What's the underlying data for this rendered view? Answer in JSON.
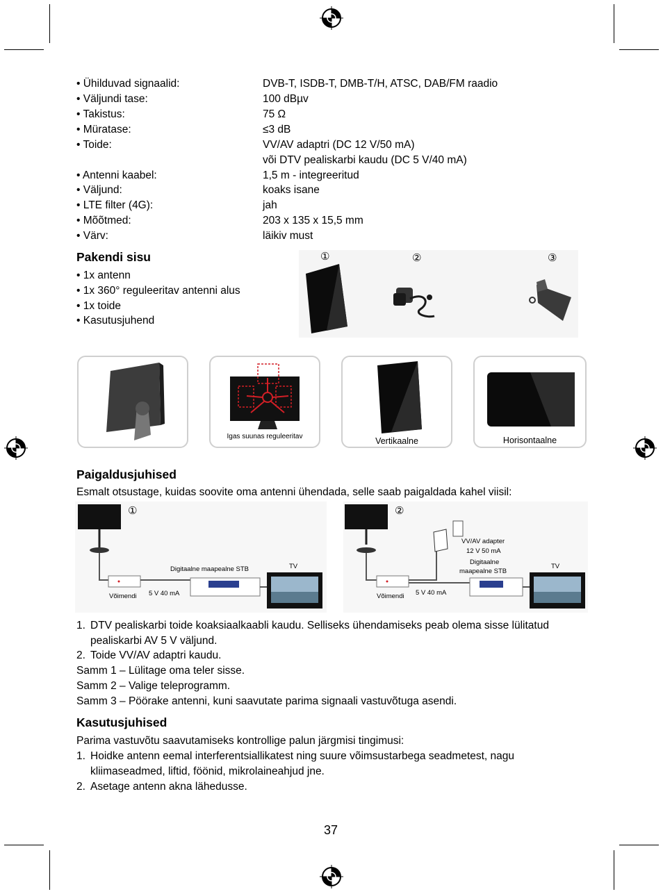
{
  "specs": [
    {
      "label": "• Ühilduvad signaalid:",
      "value": "DVB-T, ISDB-T, DMB-T/H, ATSC, DAB/FM raadio"
    },
    {
      "label": "• Väljundi tase:",
      "value": "100 dBµv"
    },
    {
      "label": "• Takistus:",
      "value": "75 Ω"
    },
    {
      "label": "• Müratase:",
      "value": "≤3 dB"
    },
    {
      "label": "• Toide:",
      "value": "VV/AV adaptri (DC 12 V/50 mA)"
    },
    {
      "label": "",
      "value": "või DTV pealiskarbi kaudu (DC 5 V/40 mA)"
    },
    {
      "label": "• Antenni kaabel:",
      "value": "1,5 m - integreeritud"
    },
    {
      "label": "• Väljund:",
      "value": "koaks isane"
    },
    {
      "label": "• LTE filter (4G):",
      "value": "jah"
    },
    {
      "label": "• Mõõtmed:",
      "value": "203 x 135 x 15,5 mm"
    },
    {
      "label": "• Värv:",
      "value": "läikiv must"
    }
  ],
  "package": {
    "title": "Pakendi sisu",
    "items": [
      "• 1x antenn",
      "• 1x 360° reguleeritav antenni alus",
      "• 1x toide",
      "• Kasutusjuhend"
    ],
    "markers": [
      "①",
      "②",
      "③"
    ]
  },
  "photos": {
    "adjustable": "Igas suunas reguleeritav",
    "vertical": "Vertikaalne",
    "horizontal": "Horisontaalne"
  },
  "installation": {
    "title": "Paigaldusjuhised",
    "intro": "Esmalt otsustage, kuidas soovite oma antenni ühendada, selle saab paigaldada kahel viisil:",
    "diagram1": {
      "marker": "①",
      "stb": "Digitaalne maapealne STB",
      "tv": "TV",
      "amp": "Võimendi",
      "power": "5 V 40 mA"
    },
    "diagram2": {
      "marker": "②",
      "adapter_line1": "VV/AV adapter",
      "adapter_line2": "12 V 50 mA",
      "stb_line1": "Digitaalne",
      "stb_line2": "maapealne STB",
      "tv": "TV",
      "amp": "Võimendi",
      "power": "5 V 40 mA"
    },
    "steps": [
      {
        "num": "1.",
        "line1": "DTV pealiskarbi toide koaksiaalkaabli kaudu. Selliseks ühendamiseks peab olema sisse lülitatud",
        "line2": "pealiskarbi AV 5 V väljund."
      },
      {
        "num": "2.",
        "line1": "Toide VV/AV adaptri kaudu."
      }
    ],
    "samm": [
      "Samm 1 – Lülitage oma teler sisse.",
      "Samm 2 – Valige teleprogramm.",
      "Samm 3 – Pöörake antenni, kuni saavutate parima signaali vastuvõtuga asendi."
    ]
  },
  "usage": {
    "title": "Kasutusjuhised",
    "intro": "Parima vastuvõtu saavutamiseks kontrollige palun järgmisi tingimusi:",
    "item1_num": "1.",
    "item1_line1": "Hoidke antenn eemal interferentsiallikatest ning suure võimsustarbega seadmetest, nagu",
    "item1_line2": "kliimaseadmed, liftid, föönid, mikrolaineahjud jne.",
    "item2_num": "2.",
    "item2_line1": "Asetage antenn akna lähedusse."
  },
  "page_number": "37",
  "colors": {
    "text": "#000000",
    "box_border": "#cfcfcf",
    "accent_red": "#d21f26",
    "stb_blue": "#2a3f8f"
  }
}
